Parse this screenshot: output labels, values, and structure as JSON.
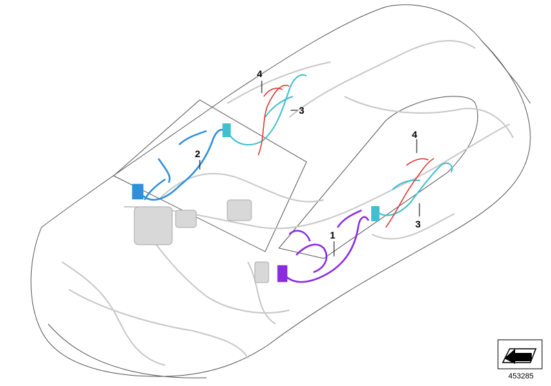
{
  "diagram": {
    "reference_number": "453285",
    "callouts": [
      {
        "id": "c1",
        "label": "1",
        "harness_color": "#8a2be2"
      },
      {
        "id": "c2",
        "label": "2",
        "harness_color": "#2f8fdc"
      },
      {
        "id": "c3a",
        "label": "3",
        "harness_color": "#3fbfcf"
      },
      {
        "id": "c3b",
        "label": "3",
        "harness_color": "#3fbfcf"
      },
      {
        "id": "c4a",
        "label": "4",
        "harness_color": "#e03030"
      },
      {
        "id": "c4b",
        "label": "4",
        "harness_color": "#e03030"
      }
    ],
    "icons": [
      "navigation-arrow-icon"
    ]
  }
}
